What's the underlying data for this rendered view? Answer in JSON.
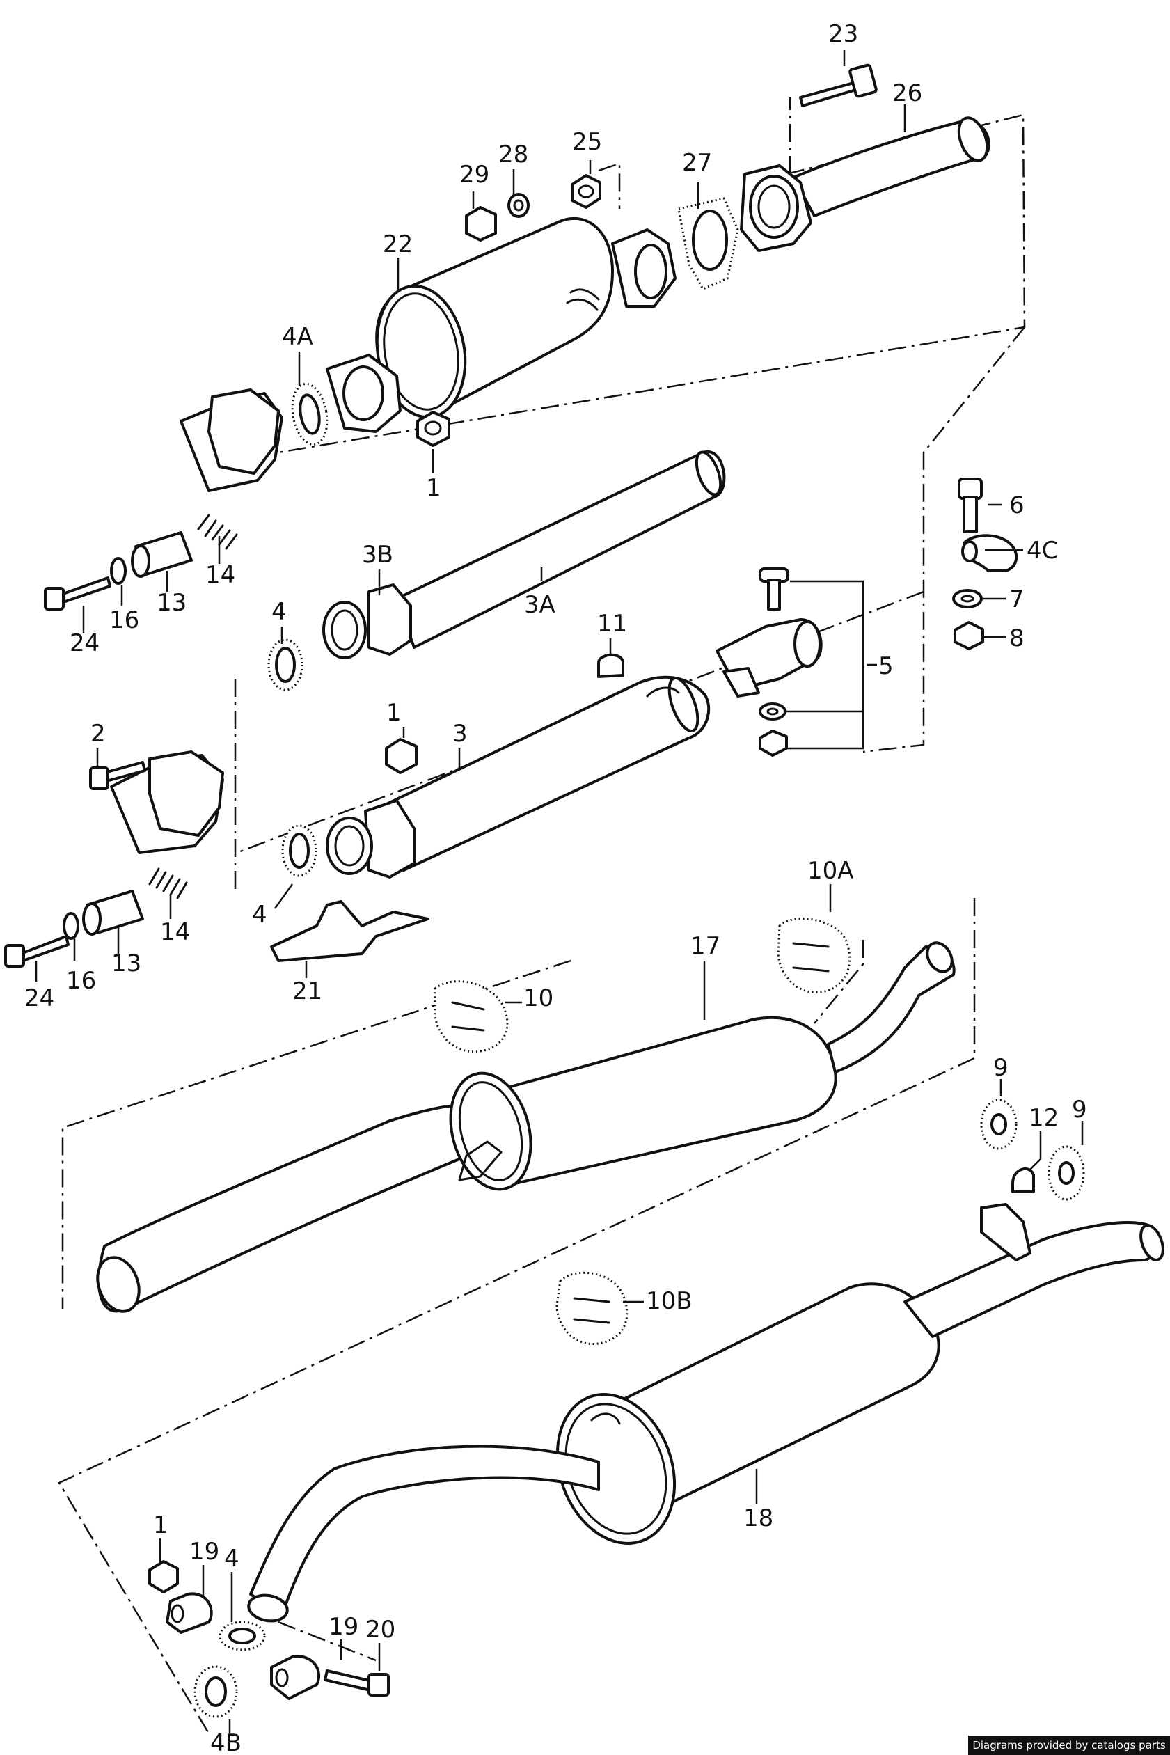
{
  "callouts": {
    "c23": "23",
    "c26": "26",
    "c25": "25",
    "c28": "28",
    "c29": "29",
    "c27": "27",
    "c22": "22",
    "c4A": "4A",
    "c1a": "1",
    "c6": "6",
    "c4C": "4C",
    "c7": "7",
    "c8": "8",
    "c3B": "3B",
    "c3A": "3A",
    "c14a": "14",
    "c13a": "13",
    "c16a": "16",
    "c24a": "24",
    "c4a": "4",
    "c11": "11",
    "c5": "5",
    "c2": "2",
    "c1b": "1",
    "c3": "3",
    "c4b": "4",
    "c14b": "14",
    "c13b": "13",
    "c16b": "16",
    "c24b": "24",
    "c21": "21",
    "c10A": "10A",
    "c17": "17",
    "c10": "10",
    "c9a": "9",
    "c12": "12",
    "c9b": "9",
    "c10B": "10B",
    "c18": "18",
    "c1c": "1",
    "c19a": "19",
    "c4c": "4",
    "c19b": "19",
    "c20": "20",
    "c4B": "4B"
  },
  "credit": "Diagrams provided by catalogs parts"
}
